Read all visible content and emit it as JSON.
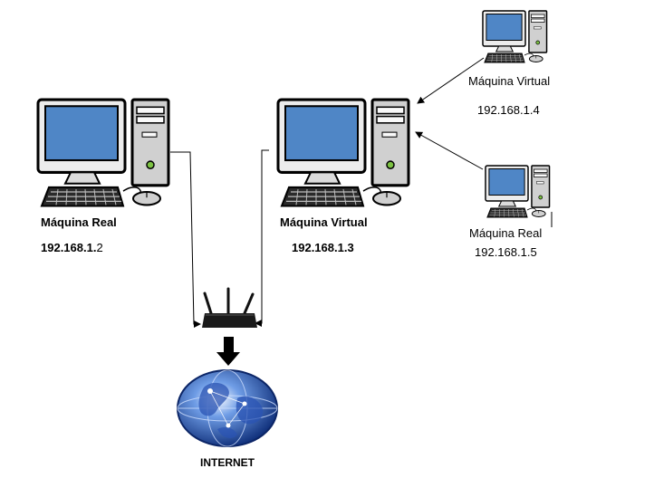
{
  "nodes": {
    "pc_left": {
      "name": "Máquina Real",
      "ip_main": "192.168.1.",
      "ip_last": "2"
    },
    "pc_center": {
      "name": "Máquina Virtual",
      "ip": "192.168.1.3"
    },
    "pc_top_right": {
      "name": "Máquina Virtual",
      "ip": "192.168.1.4"
    },
    "pc_bottom_right": {
      "name": "Máquina Real",
      "ip": "192.168.1.5"
    },
    "internet": {
      "name": "INTERNET"
    }
  },
  "colors": {
    "screen": "#4f86c6",
    "outline": "#000000",
    "case": "#d0d0d0",
    "power_led": "#7cc242",
    "router": "#1a1a1a",
    "globe_dark": "#123a8a",
    "globe_light": "#5f8fe0"
  }
}
